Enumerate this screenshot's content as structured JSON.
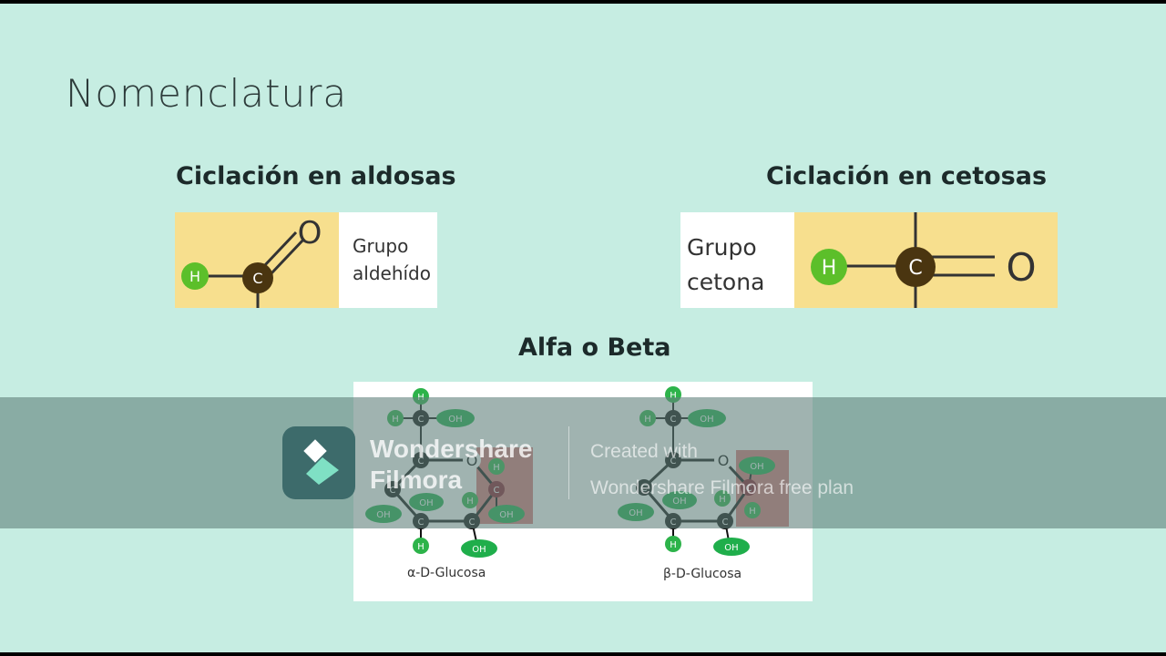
{
  "slide": {
    "title": "Nomenclatura",
    "heading_aldosas": "Ciclación en aldosas",
    "heading_cetosas": "Ciclación en cetosas",
    "heading_alfabeta": "Alfa o Beta"
  },
  "aldehido_panel": {
    "label_line1": "Grupo",
    "label_line2": "aldehído",
    "atom_h": "H",
    "atom_c": "C",
    "atom_o": "O"
  },
  "cetona_panel": {
    "label_line1": "Grupo",
    "label_line2": "cetona",
    "atom_h": "H",
    "atom_c": "C",
    "atom_o": "O"
  },
  "glucosa_panel": {
    "alpha_label": "α-D-Glucosa",
    "beta_label": "β-D-Glucosa",
    "atom_c": "C",
    "atom_h": "H",
    "atom_o": "O",
    "group_oh": "OH"
  },
  "watermark": {
    "brand_line1": "Wondershare",
    "brand_line2": "Filmora",
    "created_line1": "Created with",
    "created_line2": "Wondershare Filmora free plan"
  },
  "colors": {
    "background": "#c6ede2",
    "highlight_yellow": "#f7df8e",
    "hydrogen_green": "#5cbf2a",
    "carbon_dark": "#4a3510",
    "oh_green": "#1fae4b",
    "ring_black": "#111111",
    "highlight_red": "#d97a7a"
  }
}
